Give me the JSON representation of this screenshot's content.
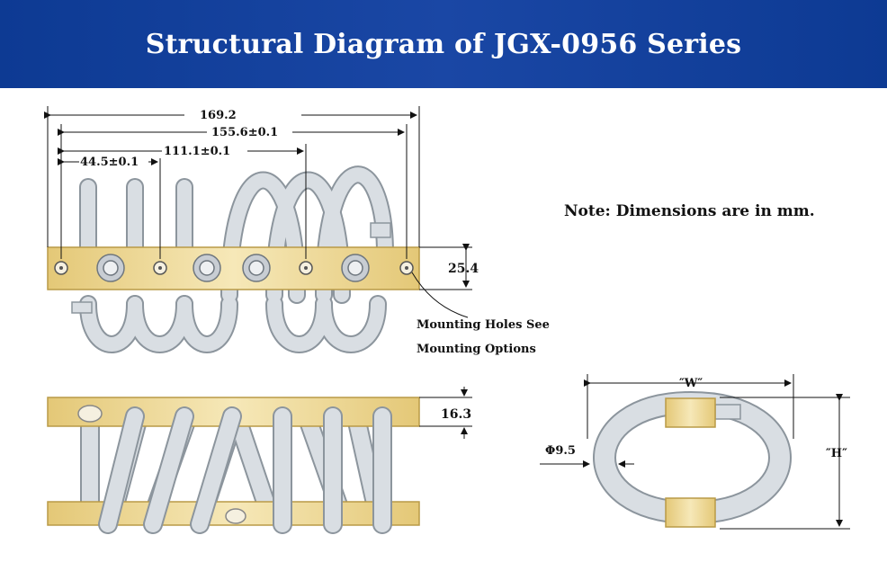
{
  "title": "Structural Diagram of JGX-0956 Series",
  "note": "Note: Dimensions are in mm.",
  "top_view": {
    "dim_overall": "169.2",
    "dim_outer_holes": "155.6±0.1",
    "dim_mid_hole": "111.1±0.1",
    "dim_first_hole": "44.5±0.1",
    "dim_bar_height": "25.4",
    "callout_line1": "Mounting Holes See",
    "callout_line2": "Mounting Options"
  },
  "side_view": {
    "dim_bar_height": "16.3"
  },
  "end_view": {
    "width_label": "″W″",
    "height_label": "″H″",
    "cable_diameter": "Φ9.5"
  },
  "colors": {
    "header_blue": "#1a47a5",
    "brass": "#e9d28a",
    "cable": "#d6dbe0",
    "cable_edge": "#8c959d"
  }
}
